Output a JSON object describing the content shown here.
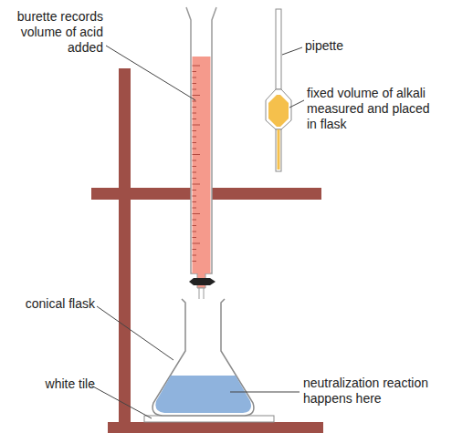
{
  "diagram": {
    "labels": [
      "burette records volume of acid added",
      "pipette",
      "fixed volume of alkali measured and placed in flask",
      "conical flask",
      "white tile",
      "neutralization reaction happens here"
    ]
  }
}
